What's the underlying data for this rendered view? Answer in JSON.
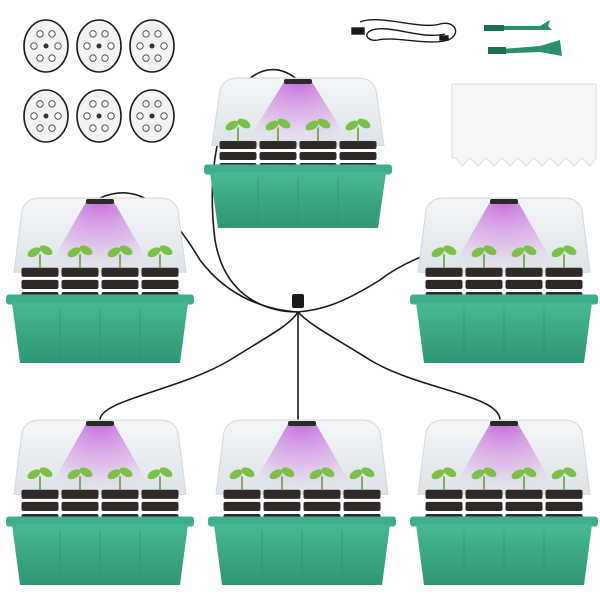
{
  "product_image": {
    "trays": [
      {
        "id": "tray-top-center",
        "cells": 12
      },
      {
        "id": "tray-mid-left",
        "cells": 12
      },
      {
        "id": "tray-mid-right",
        "cells": 12
      },
      {
        "id": "tray-bottom-left",
        "cells": 12
      },
      {
        "id": "tray-bottom-center",
        "cells": 12
      },
      {
        "id": "tray-bottom-right",
        "cells": 12
      }
    ],
    "accessories": {
      "coaster_discs": 6,
      "usb_cable": 1,
      "garden_tools": 2,
      "plant_label_card": 1
    },
    "colors": {
      "tray_green": "#3fae8c",
      "tray_green_dark": "#2c8f70",
      "dome_clear": "#e9eef1",
      "grow_light_purple": "#c67ad8",
      "soil": "#2f2a27",
      "seedling_green": "#7cc04a",
      "cable": "#1a1a1a"
    }
  }
}
